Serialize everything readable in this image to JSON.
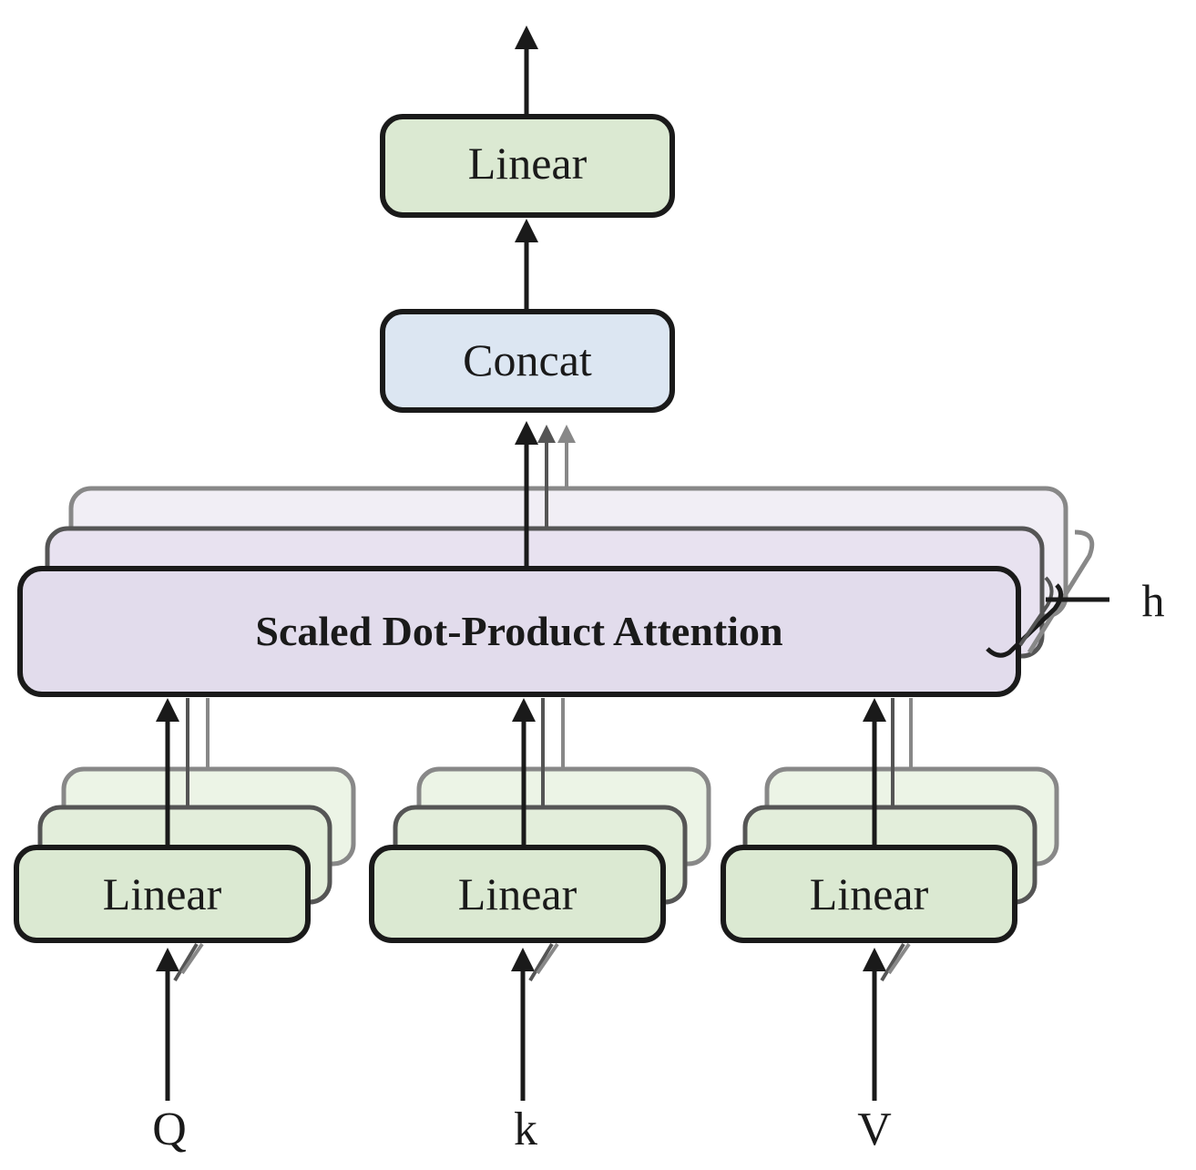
{
  "diagram": {
    "output_linear": "Linear",
    "concat": "Concat",
    "attention": "Scaled Dot-Product Attention",
    "head_count": "h",
    "input_linears": [
      "Linear",
      "Linear",
      "Linear"
    ],
    "inputs": [
      "Q",
      "k",
      "V"
    ]
  },
  "colors": {
    "linear_fill": "#dbe9d2",
    "linear_fill_back": "#ecf4e6",
    "concat_fill": "#dce6f2",
    "attention_fill": "#e2dcec",
    "attention_fill_mid": "#e8e2f0",
    "attention_fill_back": "#f1eef5",
    "stroke": "#1a1a1a",
    "stroke_mid": "#555555",
    "stroke_back": "#888888"
  }
}
